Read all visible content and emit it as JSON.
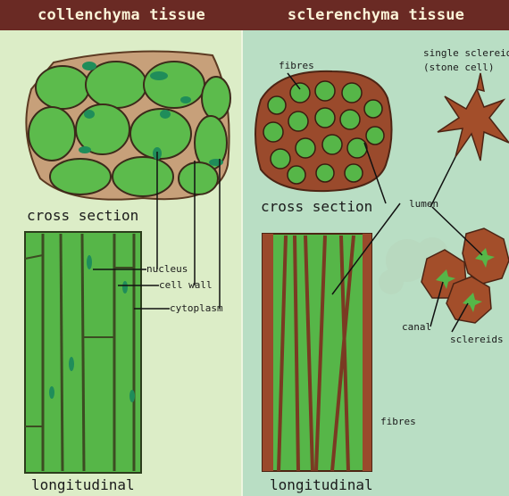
{
  "headers": {
    "left": "collenchyma tissue",
    "right": "sclerenchyma tissue"
  },
  "collenchyma": {
    "cross_section": "cross section",
    "longitudinal": "longitudinal",
    "nucleus": "nucleus",
    "cell_wall": "cell wall",
    "cytoplasm": "cytoplasm"
  },
  "sclerenchyma": {
    "fibres_top": "fibres",
    "single_sclereid": "single sclereid",
    "stone_cell": "(stone cell)",
    "cross_section": "cross section",
    "lumen": "lumen",
    "canal": "canal",
    "sclereids": "sclereids",
    "fibres_bottom": "fibres",
    "longitudinal": "longitudinal"
  },
  "colors": {
    "header_bg": "#6a2a24",
    "cell_green": "#58b84a",
    "wall_brown": "#9a4a2c"
  }
}
